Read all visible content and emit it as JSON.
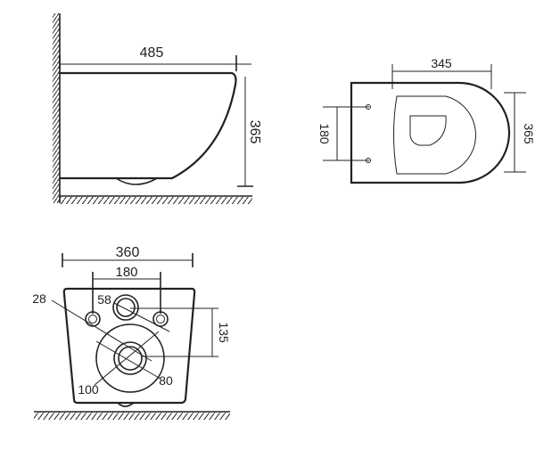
{
  "side_view": {
    "length_label": "485",
    "height_label": "365"
  },
  "top_view": {
    "width_label": "345",
    "hole_spacing_label": "180",
    "height_label": "365"
  },
  "front_view": {
    "overall_width_label": "360",
    "bolt_spacing_label": "180",
    "bolt_hole_label": "28",
    "water_inlet_label": "58",
    "outlet_outer_label": "100",
    "outlet_inner_label": "80",
    "inlet_outlet_distance_label": "135"
  }
}
